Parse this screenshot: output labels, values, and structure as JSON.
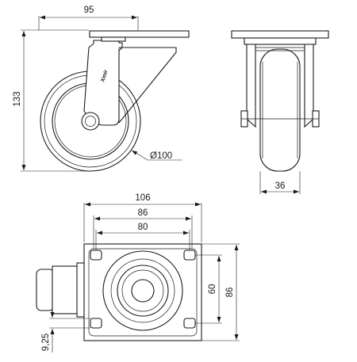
{
  "drawing": {
    "front_view": {
      "width_label": "95",
      "height_label": "133",
      "diameter_label": "Ø100",
      "brand_mark": "Xmir"
    },
    "side_view": {
      "wheel_width_label": "36"
    },
    "top_view": {
      "overall_width_label": "106",
      "plate_width_label": "86",
      "hole_spacing_x_label": "80",
      "hole_spacing_y_label": "60",
      "plate_height_label": "86",
      "hole_diameter_label": "9,25"
    }
  }
}
